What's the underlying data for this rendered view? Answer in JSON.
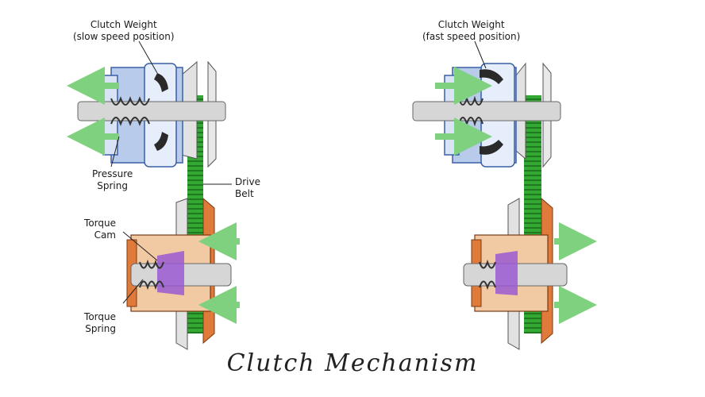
{
  "title": "Clutch Mechanism",
  "labels": {
    "clutch_weight_slow": [
      "Clutch Weight",
      "(slow speed position)"
    ],
    "clutch_weight_fast": [
      "Clutch Weight",
      "(fast speed position)"
    ],
    "pressure_spring": [
      "Pressure",
      "Spring"
    ],
    "drive_belt": [
      "Drive",
      "Belt"
    ],
    "torque_cam": [
      "Torque",
      "Cam"
    ],
    "torque_spring": [
      "Torque",
      "Spring"
    ]
  },
  "colors": {
    "belt": "#33a833",
    "arrow": "#7fd07f",
    "housing_blue": "#b9cbea",
    "housing_blue_dark": "#3b5fa8",
    "shaft": "#d6d6d6",
    "sheave": "#e2e2e2",
    "driven_orange": "#e07a3a",
    "driven_tan": "#f1c9a2",
    "cam_purple": "#9a5ad2",
    "weight_dark": "#2a2a2a"
  }
}
